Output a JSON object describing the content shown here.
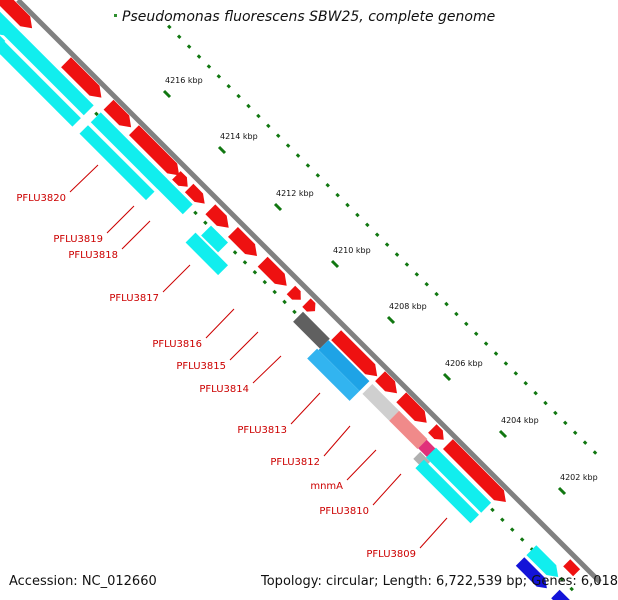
{
  "title": "Pseudomonas fluorescens SBW25, complete genome",
  "accession": "Accession: NC_012660",
  "summary": "Topology: circular; Length: 6,722,539 bp; Genes: 6,018",
  "colors": {
    "cds": "#ee1111",
    "gene": "#11eeee",
    "tick": "#117711",
    "label": "#cc0000",
    "backbone": "#808080"
  },
  "scale_ticks": [
    "4216 kbp",
    "4214 kbp",
    "4212 kbp",
    "4210 kbp",
    "4208 kbp",
    "4206 kbp",
    "4204 kbp",
    "4202 kbp"
  ],
  "gene_labels": [
    "PFLU3820",
    "PFLU3819",
    "PFLU3818",
    "PFLU3817",
    "PFLU3816",
    "PFLU3815",
    "PFLU3814",
    "PFLU3813",
    "PFLU3812",
    "mnmA",
    "PFLU3810",
    "PFLU3809"
  ]
}
